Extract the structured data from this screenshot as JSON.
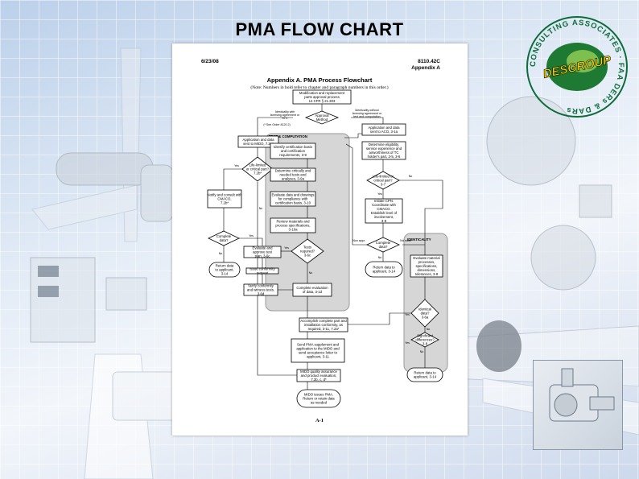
{
  "slide": {
    "title": "PMA FLOW CHART"
  },
  "logo": {
    "text": "DESGROUP",
    "ring_text": "CONSULTING ASSOCIATES · FAA DERs & DARs"
  },
  "document": {
    "date": "6/23/08",
    "order": "8110.42C",
    "appendix": "Appendix A",
    "title": "Appendix A.      PMA Process Flowchart",
    "note": "(Note:  Numbers in bold refer to chapter and paragraph numbers in this order.)",
    "page": "A-1"
  },
  "flowchart": {
    "start": [
      "Modification and replacement",
      "parts approval process",
      "14 CFR § 21.303"
    ],
    "approval_method": [
      "Approval",
      "Method"
    ],
    "label_identicality_lic": [
      "Identicality with",
      "licensing agreement or",
      "STC",
      "(* See Order 8120.2)"
    ],
    "label_identicality_without": [
      "Identicality without",
      "licensing agreement or",
      "test and computation"
    ],
    "mido_app": [
      "Application and data",
      "sent to MIDO, 7.2a*"
    ],
    "aco_app": [
      "Application and data",
      "sent to ACO, 3-1a"
    ],
    "life_limited_left": [
      "Life-limited",
      "or critical part?",
      "7.2b*"
    ],
    "notify": [
      "Notify and consult with",
      "CMACO,",
      "7.2b*"
    ],
    "complete_left": [
      "Complete",
      "data?"
    ],
    "return_left": [
      "Return data",
      "to applicant,",
      "3-14"
    ],
    "test_header": "TEST & COMPUTATION",
    "identify_cert": [
      "Identify certification basis",
      "and certification",
      "requirements, 3-9"
    ],
    "determine_critical": [
      "Determine critically and",
      "needed tests and",
      "analyses, 3-9a"
    ],
    "evaluate_drawings": [
      "Evaluate data and drawings",
      "for compliance with",
      "certification basis, 3-10"
    ],
    "review_materials": [
      "Review materials and",
      "process specifications,",
      "3-10a"
    ],
    "tests_required": [
      "Tests",
      "required?",
      "3-6c"
    ],
    "evaluate_approve": [
      "Evaluate and",
      "approve test",
      "plan, 3-6c"
    ],
    "issue_conformity": [
      "Issue conformity",
      "request"
    ],
    "verify_conformity": [
      "Verify conformity",
      "and witness tests,",
      "3-6d"
    ],
    "complete_evaluation": [
      "Complete evaluation",
      "of data, 3-1d"
    ],
    "determine_eligibility": [
      "Determine eligibility,",
      "service experience and",
      "airworthiness of TC",
      "holder's part, 3-5, 3-6"
    ],
    "life_limited_right": [
      "Life-limited or",
      "critical part?",
      "3-7"
    ],
    "initiate_cpn": [
      "Initiate CPN.",
      "Coordinate with",
      "CMACO.",
      "Establish level of",
      "involvement,",
      "3-8"
    ],
    "complete_right": [
      "Complete",
      "data?"
    ],
    "return_right": [
      "Return data to",
      "applicant, 3-14"
    ],
    "identicality_header": "IDENTICALITY",
    "evaluate_material": [
      "Evaluate material",
      "processes,",
      "specifications,",
      "dimensions,",
      "tolerances, 3-8"
    ],
    "identical_data": [
      "Identical",
      "data?",
      "3-6a"
    ],
    "significant_diff": [
      "Significant",
      "differences?",
      "3-8"
    ],
    "return_bottom": [
      "Return data to",
      "applicant, 3-14"
    ],
    "accomplish": [
      "Accomplish complete part and",
      "installation conformity, as",
      "required, 3-11, 7.2a*"
    ],
    "send_pma": [
      "Send PMA supplement and",
      "application to the MIDO and",
      "send acceptance letter to",
      "applicant,   3-11"
    ],
    "mido_qa": [
      "MIDO quality assurance",
      "and product evaluation,",
      "7.2b, c, d*"
    ],
    "mido_issues": [
      "MIDO issues PMA.",
      "Return or retain data",
      "as needed"
    ],
    "yes": "Yes",
    "no": "No",
    "no_more": "No more",
    "non_appr": "Non appr."
  }
}
